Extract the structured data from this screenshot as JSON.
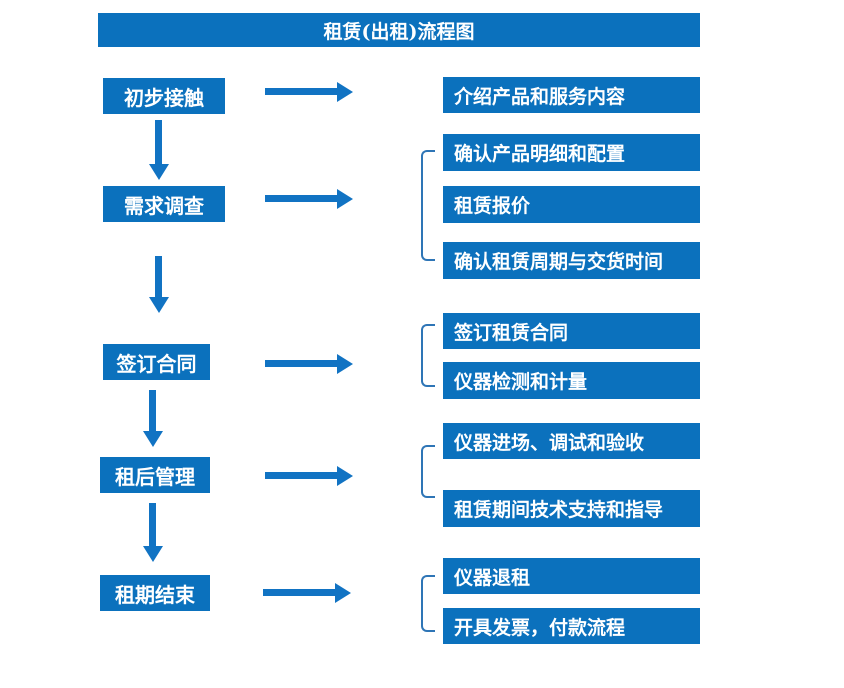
{
  "title": "租赁(出租)流程图",
  "colors": {
    "box_blue": "#0b71bd",
    "arrow_blue": "#1173c3",
    "bracket_blue": "#2e75b6",
    "text_white": "#ffffff",
    "background": "#ffffff"
  },
  "stages": [
    {
      "label": "初步接触",
      "outputs": [
        "介绍产品和服务内容"
      ]
    },
    {
      "label": "需求调查",
      "outputs": [
        "确认产品明细和配置",
        "租赁报价",
        "确认租赁周期与交货时间"
      ]
    },
    {
      "label": "签订合同",
      "outputs": [
        "签订租赁合同",
        "仪器检测和计量"
      ]
    },
    {
      "label": "租后管理",
      "outputs": [
        "仪器进场、调试和验收",
        "租赁期间技术支持和指导"
      ]
    },
    {
      "label": "租期结束",
      "outputs": [
        "仪器退租",
        "开具发票，付款流程"
      ]
    }
  ]
}
